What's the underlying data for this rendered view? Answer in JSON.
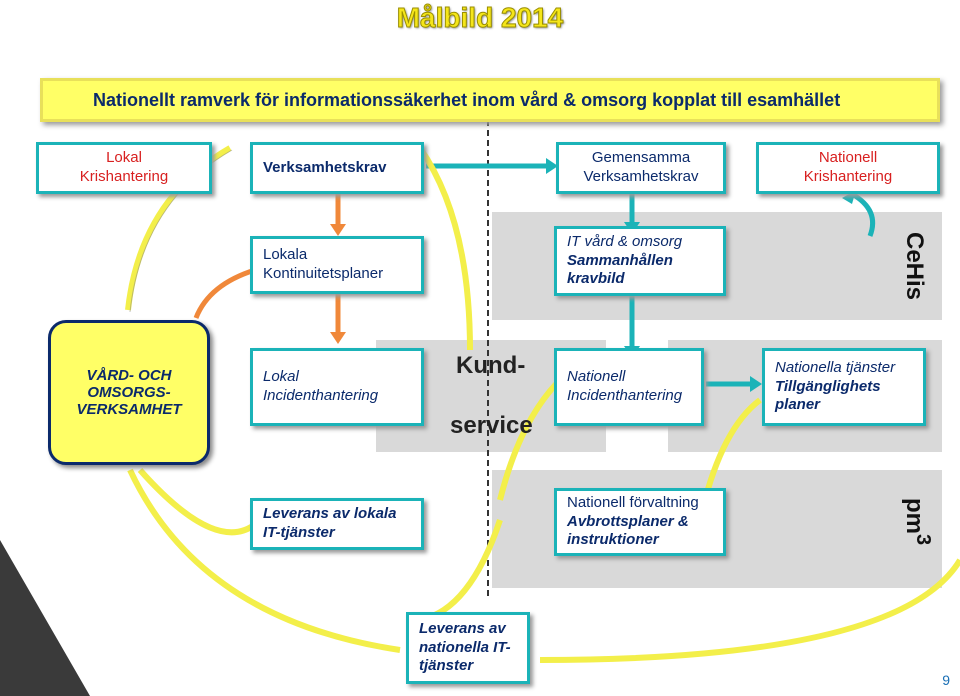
{
  "title": "Målbild 2014",
  "banner": "Nationellt ramverk för informationssäkerhet inom vård & omsorg kopplat till esamhället",
  "boxes": {
    "lokal_kris": [
      "Lokal",
      "Krishantering"
    ],
    "verksamhetskrav": "Verksamhetskrav",
    "gemensamma": [
      "Gemensamma",
      "Verksamhetskrav"
    ],
    "nationell_kris": [
      "Nationell",
      "Krishantering"
    ],
    "lokala_kont": [
      "Lokala",
      "Kontinuitetsplaner"
    ],
    "it_vard": [
      "IT vård & omsorg",
      "Sammanhållen",
      "kravbild"
    ],
    "vard": [
      "VÅRD- OCH",
      "OMSORGS-",
      "VERKSAMHET"
    ],
    "lokal_incident": [
      "Lokal",
      "Incidenthantering"
    ],
    "nationell_incident": [
      "Nationell",
      "Incidenthantering"
    ],
    "nationella_tjanster": [
      "Nationella tjänster",
      "Tillgänglighets",
      "planer"
    ],
    "leverans_lokala": [
      "Leverans av lokala",
      "IT-tjänster"
    ],
    "nationell_forvaltning": [
      "Nationell förvaltning",
      "Avbrottsplaner &",
      "instruktioner"
    ],
    "leverans_nationella": [
      "Leverans av",
      "nationella IT-",
      "tjänster"
    ]
  },
  "kund": [
    "Kund-",
    "service"
  ],
  "cehis": "CeHis",
  "pm3": "pm",
  "pm3_sup": "3",
  "page_number": "9",
  "colors": {
    "teal": "#1bb3b8",
    "orange": "#f0883a",
    "yellow": "#f3ef4a",
    "navy": "#0b2a6b",
    "red": "#d82020"
  }
}
